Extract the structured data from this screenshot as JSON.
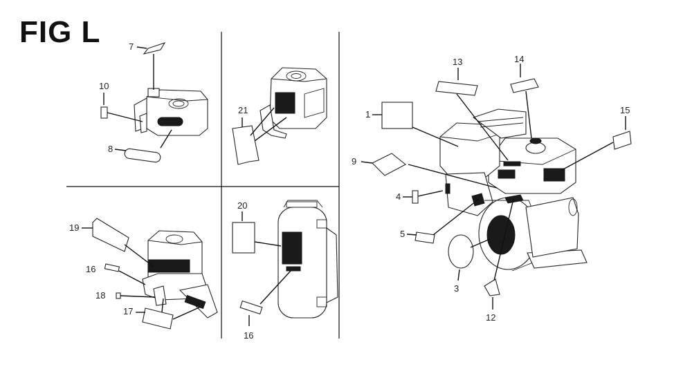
{
  "figure": {
    "title": "FIG L",
    "callouts": [
      "1",
      "3",
      "4",
      "5",
      "7",
      "8",
      "9",
      "10",
      "12",
      "13",
      "14",
      "15",
      "16",
      "16",
      "17",
      "18",
      "19",
      "20",
      "21"
    ]
  },
  "colors": {
    "line": "#111111",
    "fill": "#ffffff"
  }
}
